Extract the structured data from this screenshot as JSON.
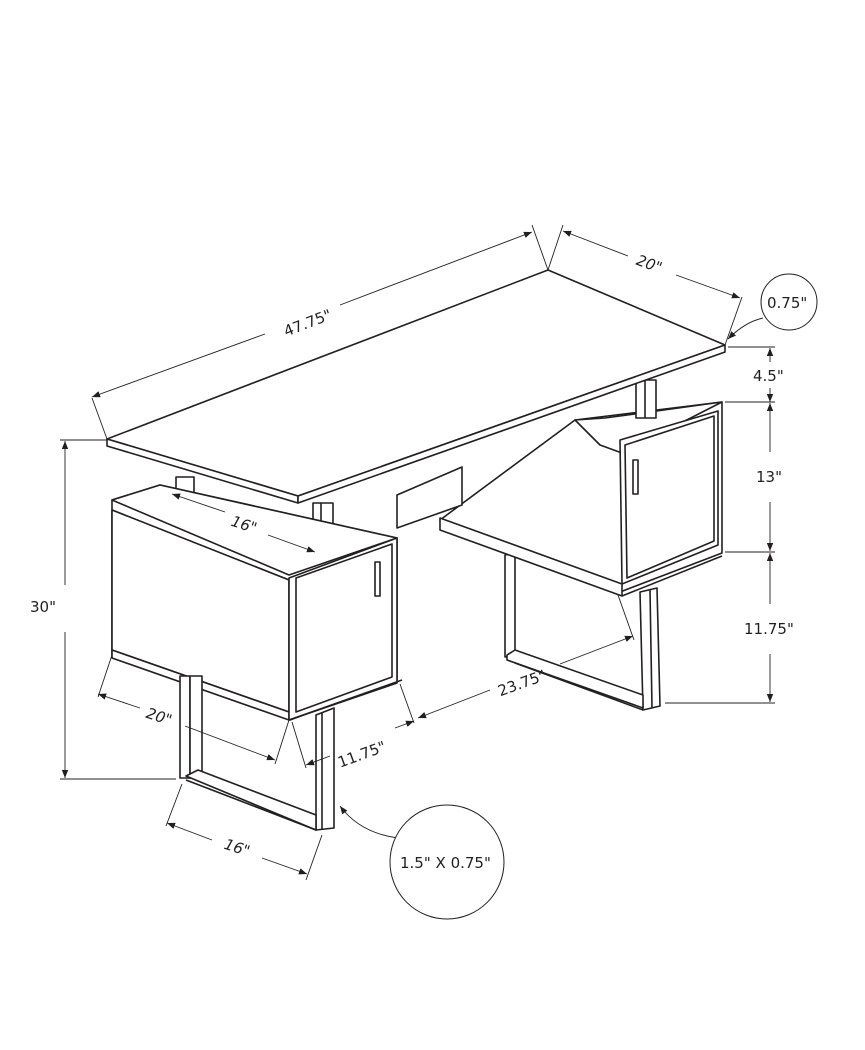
{
  "diagram": {
    "subject": "Computer desk with two cabinets and metal sled legs",
    "colors": {
      "line": "#231f20",
      "background": "#ffffff"
    },
    "dimensions": {
      "top_width": "47.75\"",
      "top_depth": "20\"",
      "top_thickness": "0.75\"",
      "gap_top_to_cabinet": "4.5\"",
      "cabinet_height": "13\"",
      "leg_height": "11.75\"",
      "overall_height": "30\"",
      "cabinet_width_top": "16\"",
      "cabinet_depth": "20\"",
      "cabinet_front_width": "11.75\"",
      "span_between_legs": "23.75\"",
      "leg_base_width": "16\"",
      "leg_profile": "1.5\" X 0.75\""
    }
  }
}
